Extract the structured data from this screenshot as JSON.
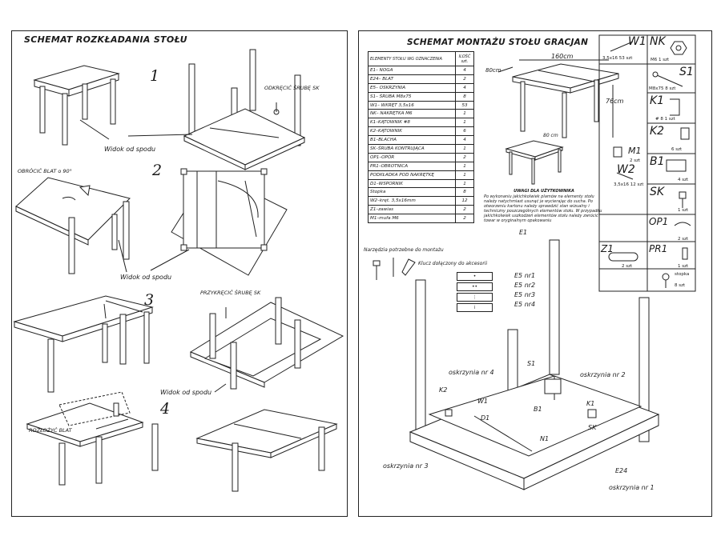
{
  "left_title": "SCHEMAT ROZKŁADANIA STOŁU",
  "right_title": "SCHEMAT MONTAŻU STOŁU GRACJAN",
  "steps": [
    "1",
    "2",
    "3",
    "4"
  ],
  "left_labels": {
    "widok1": "Widok od spodu",
    "odkrecic": "ODKRĘCIĆ ŚRUBĘ SK",
    "obrocic": "OBRÓCIĆ BLAT o 90°",
    "widok2": "Widok od spodu",
    "przykrecic": "PRZYKRĘCIĆ ŚRUBĘ SK",
    "widok3": "Widok od spodu",
    "rozlozyc": "ROZŁOŻYĆ BLAT"
  },
  "table_header": [
    "ELEMENTY STOŁU WG OZNACZENIA",
    "ILOŚĆ szt."
  ],
  "table_rows": [
    [
      "E1– NOGA",
      "4"
    ],
    [
      "E24– BLAT",
      "2"
    ],
    [
      "E5– OSKRZYNIA",
      "4"
    ],
    [
      "S1– ŚRUBA M8x75",
      "8"
    ],
    [
      "W1– WKRĘT 3,5x16",
      "53"
    ],
    [
      "NK– NAKRĘTKA M6",
      "1"
    ],
    [
      "K1–KĄTOWNIK #8",
      "1"
    ],
    [
      "K2–KĄTOWNIK",
      "6"
    ],
    [
      "B1–BLACHA",
      "4"
    ],
    [
      "SK–ŚRUBA KONTRUJĄCA",
      "1"
    ],
    [
      "OP1–OPÓR",
      "2"
    ],
    [
      "PR1–OBROTNICA",
      "1"
    ],
    [
      "PODKŁADKA POD NAKRĘTKĘ",
      "1"
    ],
    [
      "D1–WSPORNIK",
      "1"
    ],
    [
      "Stopka",
      "8"
    ],
    [
      "W2–kręt. 3,5x16mm",
      "12"
    ],
    [
      "Z1–zawias",
      "2"
    ],
    [
      "M1–mufa M6",
      "2"
    ]
  ],
  "dims": {
    "width": "160cm",
    "depth": "80cm",
    "height": "76cm",
    "depth2": "80 cm"
  },
  "notes": {
    "title": "UWAGI DLA UŻYTKOWNIKA",
    "body": "Po wykonaniu jakichkolwiek plamów na elementy stołu należy natychmiast usunąć je wycierając do sucha. Po otworzeniu kartonu należy sprawdzić stan wizualny i techniczny poszczególnych elementów stołu. W przypadku jakichkolwiek uszkodzeń elementów stołu należy zwrócić towar w oryginalnym opakowaniu"
  },
  "tools": {
    "needed": "Narzędzia potrzebne do montażu",
    "key": "Klucz dołączony do akcesorii"
  },
  "e5_labels": [
    "E5  nr1",
    "E5  nr2",
    "E5  nr3",
    "E5  nr4"
  ],
  "assembly_labels": {
    "e1": "E1",
    "osk4": "oskrzynia nr 4",
    "s1": "S1",
    "osk2": "oskrzynia nr 2",
    "k2": "K2",
    "w1": "W1",
    "b1": "B1",
    "k1": "K1",
    "d1": "D1",
    "sk": "SK",
    "n1": "N1",
    "osk3": "oskrzynia nr 3",
    "e24": "E24",
    "osk1": "oskrzynia nr 1"
  },
  "parts_panel": [
    {
      "code": "W1",
      "qty": "3,5x16  53 szt"
    },
    {
      "code": "NK",
      "qty": "M6        1 szt"
    },
    {
      "code": "S1",
      "qty": "M8x75    8 szt"
    },
    {
      "code": "K1",
      "qty": "# 8      1 szt"
    },
    {
      "code": "K2",
      "qty": "6 szt"
    },
    {
      "code": "M1",
      "qty": "2 szt"
    },
    {
      "code": "B1",
      "qty": "4 szt"
    },
    {
      "code": "W2",
      "qty": "3,5x16  12 szt"
    },
    {
      "code": "SK",
      "qty": "1 szt"
    },
    {
      "code": "OP1",
      "qty": "2 szt"
    },
    {
      "code": "Z1",
      "qty": "2 szt"
    },
    {
      "code": "PR1",
      "qty": "1 szt"
    },
    {
      "code": "stopka",
      "qty": "8 szt"
    }
  ]
}
